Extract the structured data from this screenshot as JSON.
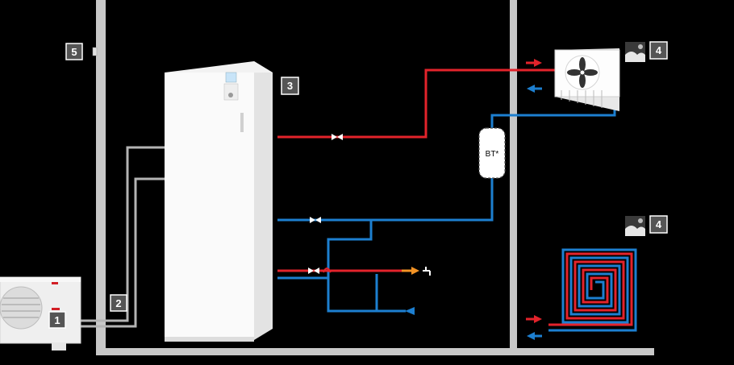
{
  "labels": {
    "badge_1": "1",
    "badge_2": "2",
    "badge_3": "3",
    "badge_4_top": "4",
    "badge_4_bottom": "4",
    "badge_5": "5",
    "buffer_tank": "BT*"
  },
  "colors": {
    "background": "#000000",
    "walls": "#c8c8c8",
    "hot_pipe": "#e3232b",
    "cold_pipe": "#1d7fd0",
    "refrigerant_pipe": "#b4b4b4",
    "dhw_outlet": "#f39325",
    "badge_bg": "#555555"
  },
  "icons": {
    "outdoor_unit": "outdoor-unit-icon",
    "indoor_tank_unit": "indoor-unit-icon",
    "fan_coil": "fan-coil-icon",
    "floor_heating": "floor-heating-coil-icon",
    "thermostat": "room-sensor-icon",
    "valves": "valve-icon",
    "tap": "tap-icon",
    "emitter_symbol": "emitter-symbol-icon"
  }
}
